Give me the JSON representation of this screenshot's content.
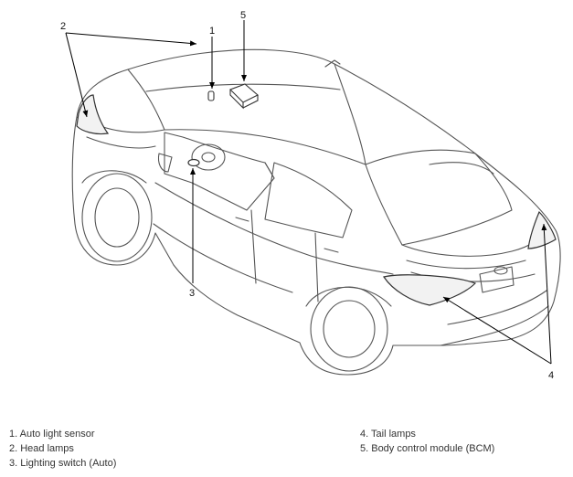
{
  "callouts": {
    "c1": "1",
    "c2": "2",
    "c3": "3",
    "c4": "4",
    "c5": "5"
  },
  "legend": {
    "left": [
      "1. Auto light sensor",
      "2. Head lamps",
      "3. Lighting switch (Auto)"
    ],
    "right": [
      "4. Tail lamps",
      "5. Body control module (BCM)"
    ]
  },
  "colors": {
    "line": "#555555",
    "lamp_fill": "#f2f2f2",
    "leader": "#000000"
  }
}
